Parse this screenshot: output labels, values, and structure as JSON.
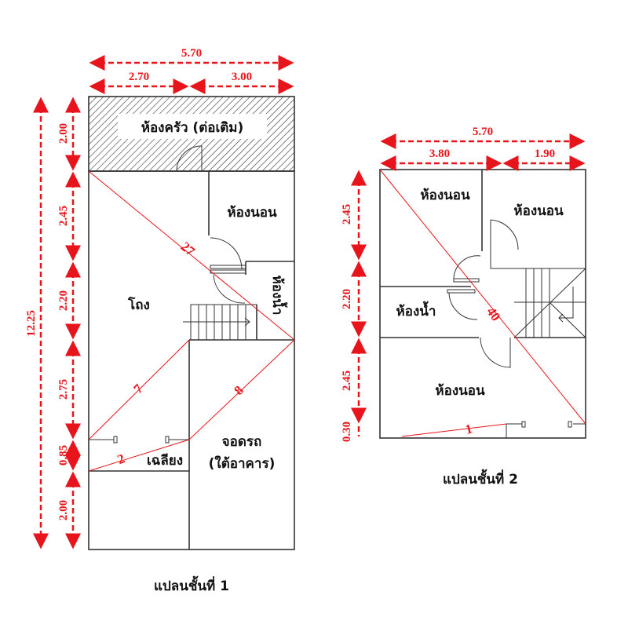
{
  "plan1": {
    "caption": "แปลนชั้นที่ 1",
    "rooms": {
      "kitchen": "ห้องครัว (ต่อเติม)",
      "bedroom": "ห้องนอน",
      "bathroom": "ห้องน้ำ",
      "living": "โถง",
      "patio": "เฉลียง",
      "garage_line1": "จอดรถ",
      "garage_line2": "(ใต้อาคาร)"
    },
    "dims_top": {
      "total": "5.70",
      "left": "2.70",
      "right": "3.00"
    },
    "dims_left": {
      "total": "12.25",
      "segments": [
        "2.00",
        "2.45",
        "2.20",
        "2.75",
        "0.85",
        "2.00"
      ]
    },
    "diagonals": [
      "27",
      "7",
      "8",
      "2"
    ]
  },
  "plan2": {
    "caption": "แปลนชั้นที่ 2",
    "rooms": {
      "bedroom_a": "ห้องนอน",
      "bedroom_b": "ห้องนอน",
      "bathroom": "ห้องน้ำ",
      "bedroom_c": "ห้องนอน"
    },
    "dims_top": {
      "total": "5.70",
      "left": "3.80",
      "right": "1.90"
    },
    "dims_left": {
      "segments": [
        "2.45",
        "2.20",
        "2.45",
        "0.30"
      ]
    },
    "diagonals": [
      "40",
      "1"
    ]
  }
}
